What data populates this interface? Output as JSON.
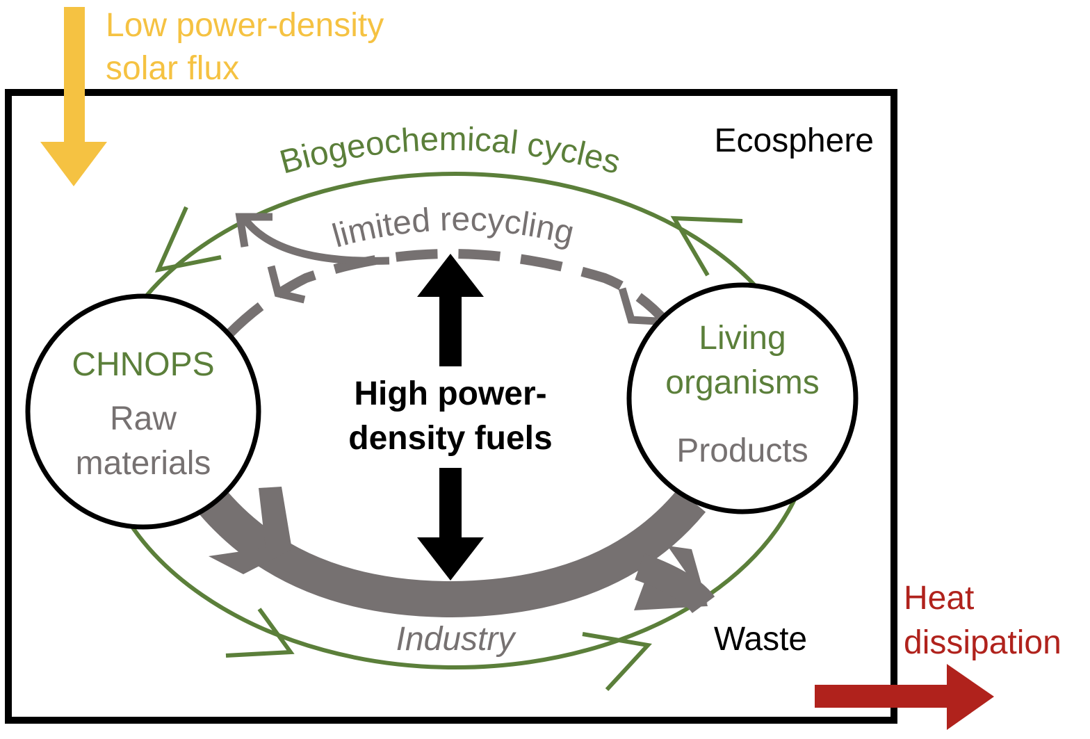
{
  "labels": {
    "solar_line1": "Low power-density",
    "solar_line2": "solar flux",
    "ecosphere": "Ecosphere",
    "biogeochemical": "Biogeochemical cycles",
    "limited_recycling": "limited recycling",
    "chnops": "CHNOPS",
    "raw_line1": "Raw",
    "raw_line2": "materials",
    "living_line1": "Living",
    "living_line2": "organisms",
    "products": "Products",
    "fuels_line1": "High power-",
    "fuels_line2": "density fuels",
    "industry": "Industry",
    "waste": "Waste",
    "heat_line1": "Heat",
    "heat_line2": "dissipation"
  },
  "colors": {
    "solar": "#f5c242",
    "green": "#5b7f3a",
    "gray": "#767171",
    "black": "#000000",
    "heat": "#b0221c"
  }
}
